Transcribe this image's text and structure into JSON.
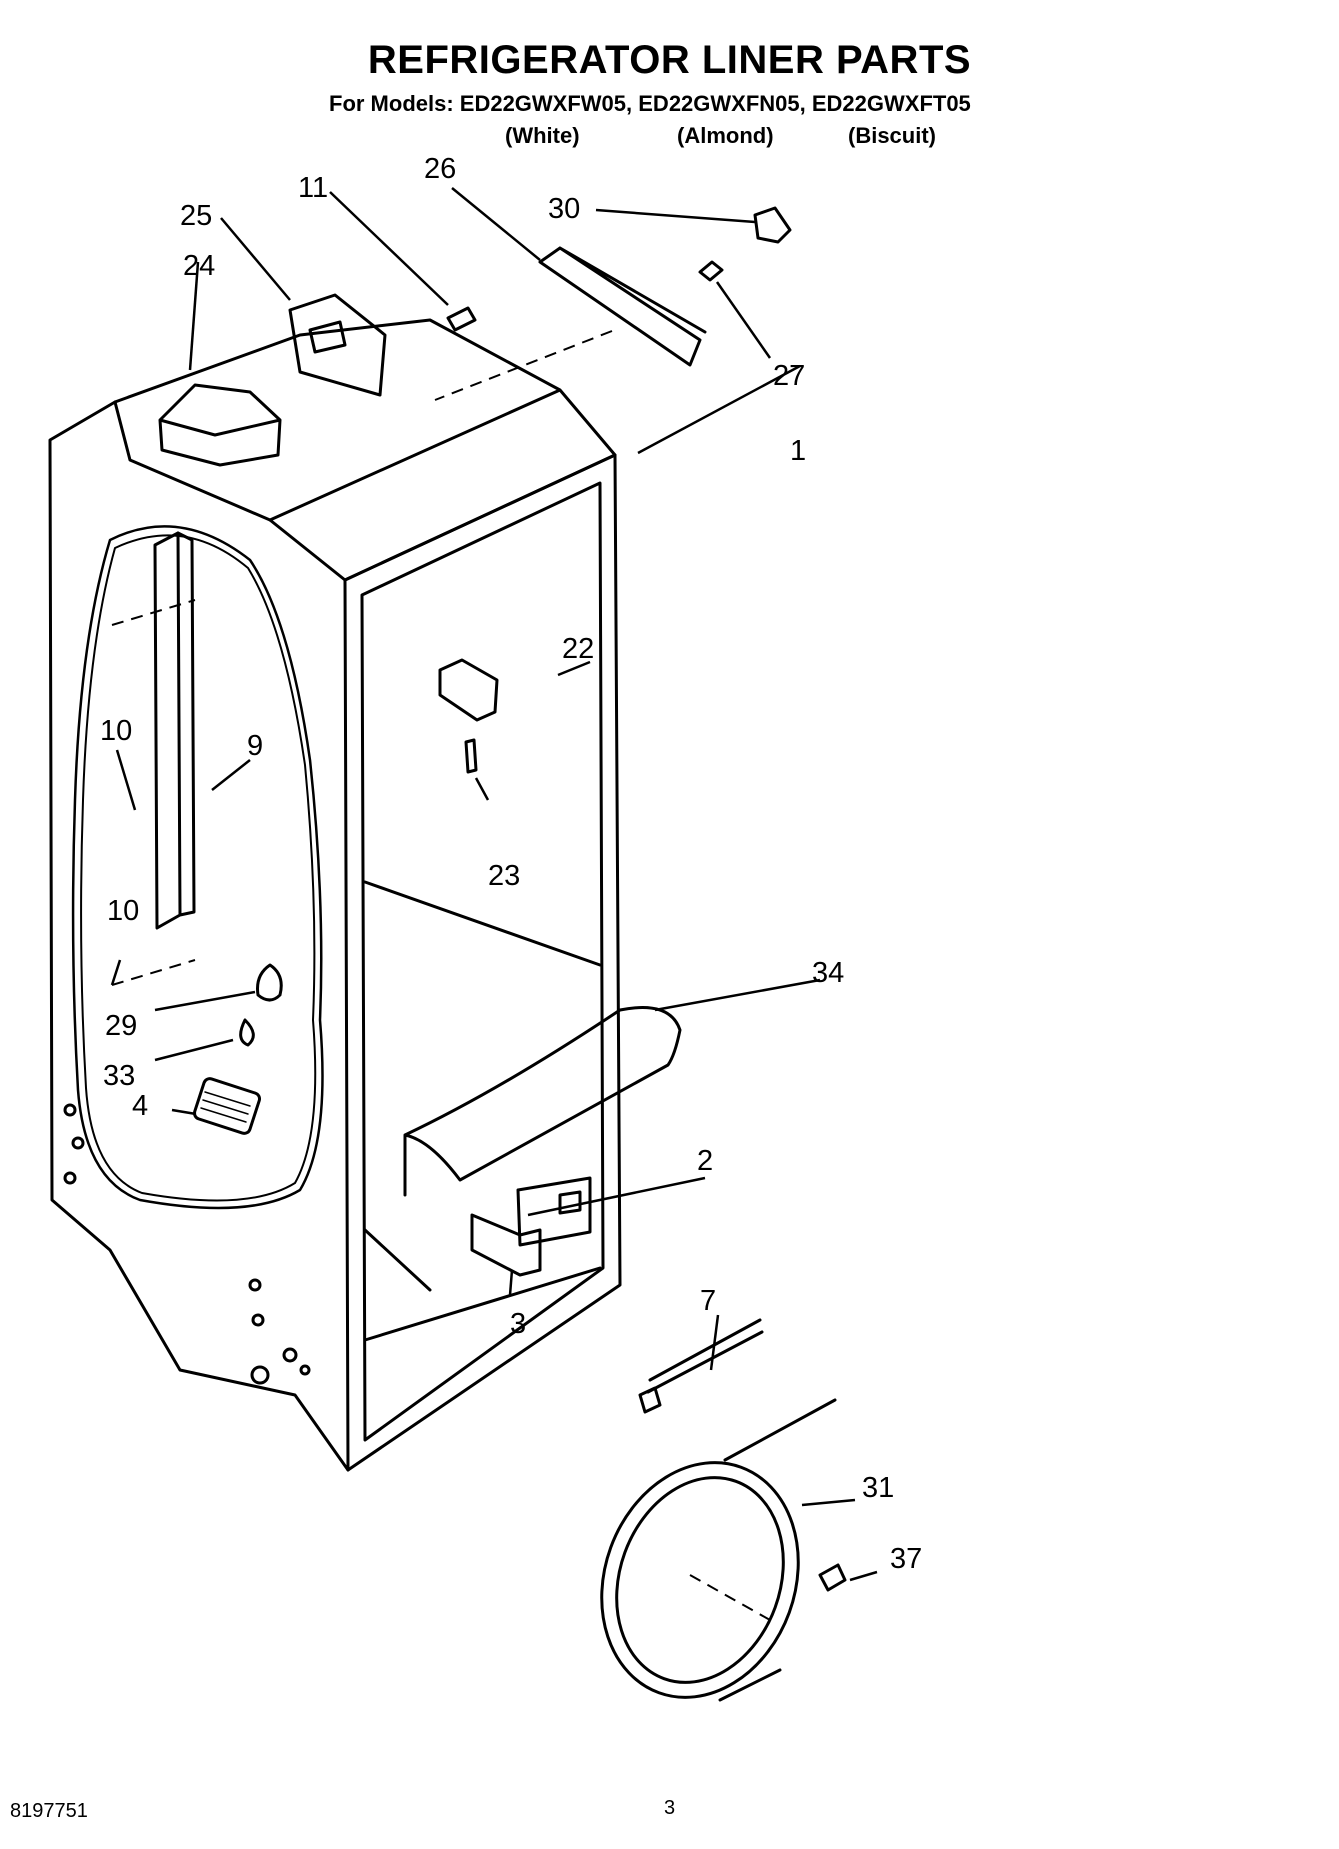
{
  "header": {
    "title": "REFRIGERATOR LINER PARTS",
    "models_line": "For Models: ED22GWXFW05, ED22GWXFN05, ED22GWXFT05",
    "colors": [
      "(White)",
      "(Almond)",
      "(Biscuit)"
    ]
  },
  "callouts": {
    "c1": "1",
    "c2": "2",
    "c3": "3",
    "c4": "4",
    "c7": "7",
    "c9": "9",
    "c10a": "10",
    "c10b": "10",
    "c11": "11",
    "c22": "22",
    "c23": "23",
    "c24": "24",
    "c25": "25",
    "c26": "26",
    "c27": "27",
    "c29": "29",
    "c30": "30",
    "c31": "31",
    "c33": "33",
    "c34": "34",
    "c37": "37"
  },
  "footer": {
    "part_number": "8197751",
    "page_number": "3"
  }
}
